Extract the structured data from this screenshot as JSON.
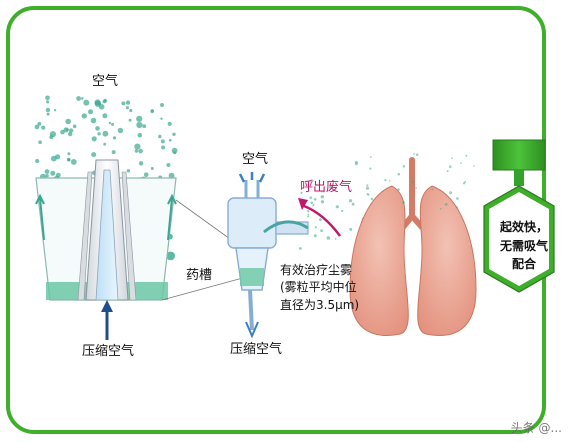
{
  "colors": {
    "frame": "#3fae2a",
    "badge": "#36a12a",
    "lung": "#e9a18f",
    "nebulizer": "#9fc4e6",
    "droplets": "#3aa88e",
    "exhale_arrow": "#c2186b"
  },
  "left_device": {
    "top_label": "空气",
    "bottom_label": "压缩空气"
  },
  "nebulizer": {
    "top_label": "空气",
    "exhaled_label": "呼出废气",
    "chamber_label": "药槽",
    "aerosol_note_lines": [
      "有效治疗尘雾",
      "(雾粒平均中位",
      "直径为3.5μm)"
    ],
    "bottom_label": "压缩空气"
  },
  "badge": {
    "lines": [
      "起效快，",
      "无需吸气",
      "配合"
    ]
  },
  "watermark": "头条 @..."
}
